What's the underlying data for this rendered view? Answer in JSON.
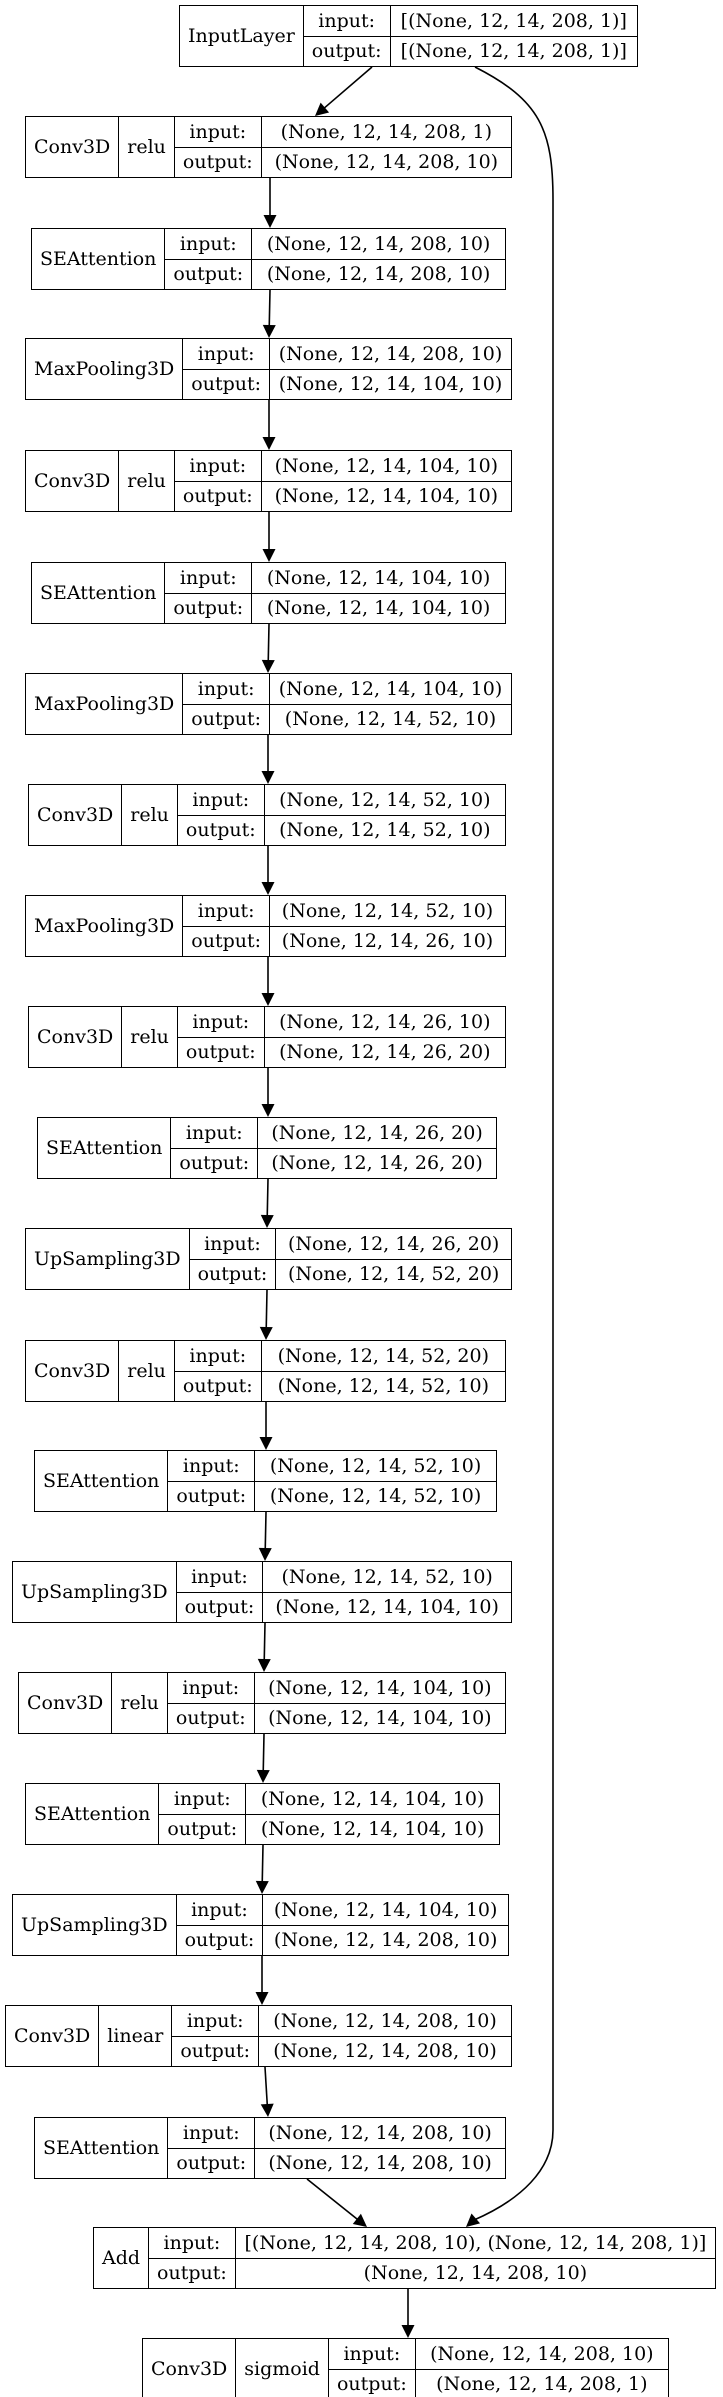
{
  "labels": {
    "input": "input:",
    "output": "output:"
  },
  "nodes": [
    {
      "name": "InputLayer",
      "activation": "",
      "input": "[(None, 12, 14, 208, 1)]",
      "output": "[(None, 12, 14, 208, 1)]"
    },
    {
      "name": "Conv3D",
      "activation": "relu",
      "input": "(None, 12, 14, 208, 1)",
      "output": "(None, 12, 14, 208, 10)"
    },
    {
      "name": "SEAttention",
      "activation": "",
      "input": "(None, 12, 14, 208, 10)",
      "output": "(None, 12, 14, 208, 10)"
    },
    {
      "name": "MaxPooling3D",
      "activation": "",
      "input": "(None, 12, 14, 208, 10)",
      "output": "(None, 12, 14, 104, 10)"
    },
    {
      "name": "Conv3D",
      "activation": "relu",
      "input": "(None, 12, 14, 104, 10)",
      "output": "(None, 12, 14, 104, 10)"
    },
    {
      "name": "SEAttention",
      "activation": "",
      "input": "(None, 12, 14, 104, 10)",
      "output": "(None, 12, 14, 104, 10)"
    },
    {
      "name": "MaxPooling3D",
      "activation": "",
      "input": "(None, 12, 14, 104, 10)",
      "output": "(None, 12, 14, 52, 10)"
    },
    {
      "name": "Conv3D",
      "activation": "relu",
      "input": "(None, 12, 14, 52, 10)",
      "output": "(None, 12, 14, 52, 10)"
    },
    {
      "name": "MaxPooling3D",
      "activation": "",
      "input": "(None, 12, 14, 52, 10)",
      "output": "(None, 12, 14, 26, 10)"
    },
    {
      "name": "Conv3D",
      "activation": "relu",
      "input": "(None, 12, 14, 26, 10)",
      "output": "(None, 12, 14, 26, 20)"
    },
    {
      "name": "SEAttention",
      "activation": "",
      "input": "(None, 12, 14, 26, 20)",
      "output": "(None, 12, 14, 26, 20)"
    },
    {
      "name": "UpSampling3D",
      "activation": "",
      "input": "(None, 12, 14, 26, 20)",
      "output": "(None, 12, 14, 52, 20)"
    },
    {
      "name": "Conv3D",
      "activation": "relu",
      "input": "(None, 12, 14, 52, 20)",
      "output": "(None, 12, 14, 52, 10)"
    },
    {
      "name": "SEAttention",
      "activation": "",
      "input": "(None, 12, 14, 52, 10)",
      "output": "(None, 12, 14, 52, 10)"
    },
    {
      "name": "UpSampling3D",
      "activation": "",
      "input": "(None, 12, 14, 52, 10)",
      "output": "(None, 12, 14, 104, 10)"
    },
    {
      "name": "Conv3D",
      "activation": "relu",
      "input": "(None, 12, 14, 104, 10)",
      "output": "(None, 12, 14, 104, 10)"
    },
    {
      "name": "SEAttention",
      "activation": "",
      "input": "(None, 12, 14, 104, 10)",
      "output": "(None, 12, 14, 104, 10)"
    },
    {
      "name": "UpSampling3D",
      "activation": "",
      "input": "(None, 12, 14, 104, 10)",
      "output": "(None, 12, 14, 208, 10)"
    },
    {
      "name": "Conv3D",
      "activation": "linear",
      "input": "(None, 12, 14, 208, 10)",
      "output": "(None, 12, 14, 208, 10)"
    },
    {
      "name": "SEAttention",
      "activation": "",
      "input": "(None, 12, 14, 208, 10)",
      "output": "(None, 12, 14, 208, 10)"
    },
    {
      "name": "Add",
      "activation": "",
      "input": "[(None, 12, 14, 208, 10), (None, 12, 14, 208, 1)]",
      "output": "(None, 12, 14, 208, 10)"
    },
    {
      "name": "Conv3D",
      "activation": "sigmoid",
      "input": "(None, 12, 14, 208, 10)",
      "output": "(None, 12, 14, 208, 1)"
    }
  ]
}
